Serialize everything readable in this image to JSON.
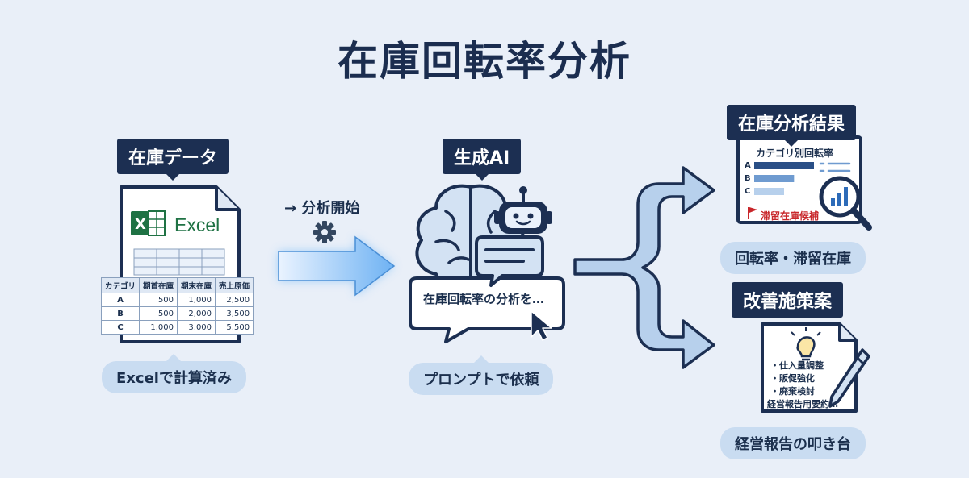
{
  "title": "在庫回転率分析",
  "excel": {
    "label": "在庫データ",
    "app_name": "Excel",
    "table": {
      "headers": [
        "カテゴリ",
        "期首在庫",
        "期末在庫",
        "売上原価"
      ],
      "rows": [
        [
          "A",
          "500",
          "1,000",
          "2,500"
        ],
        [
          "B",
          "500",
          "2,000",
          "3,500"
        ],
        [
          "C",
          "1,000",
          "3,000",
          "5,500"
        ]
      ]
    },
    "caption": "Excelで計算済み"
  },
  "start": {
    "label": "→ 分析開始"
  },
  "ai": {
    "label": "生成AI",
    "prompt_text": "在庫回転率の分析を…",
    "caption": "プロンプトで依頼"
  },
  "result": {
    "label": "在庫分析結果",
    "chart_title": "カテゴリ別回転率",
    "categories": [
      "A",
      "B",
      "C"
    ],
    "warning": "滞留在庫候補",
    "caption": "回転率・滞留在庫"
  },
  "plan": {
    "label": "改善施策案",
    "items": [
      "・仕入量調整",
      "・販促強化",
      "・廃棄検討",
      "経営報告用要約…"
    ],
    "caption": "経営報告の叩き台"
  },
  "colors": {
    "background": "#e9eff8",
    "navy": "#1c2f52",
    "pill": "#c9dcf1",
    "arrow_fill": "#b7d0ec",
    "excel_green": "#1f7244",
    "warning_red": "#c8262a"
  },
  "chart_data": {
    "type": "bar",
    "title": "カテゴリ別回転率",
    "categories": [
      "A",
      "B",
      "C"
    ],
    "values": [
      0.9,
      0.6,
      0.45
    ]
  }
}
